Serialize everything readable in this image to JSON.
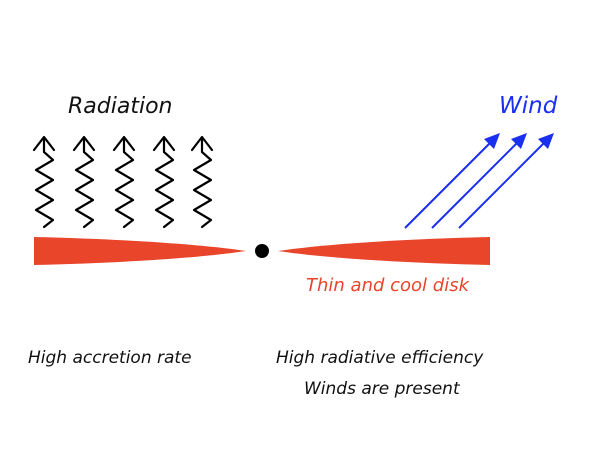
{
  "labels": {
    "radiation": "Radiation",
    "wind": "Wind",
    "disk": "Thin and cool disk",
    "accretion": "High accretion rate",
    "efficiency": "High radiative efficiency",
    "winds_present": "Winds are present"
  },
  "colors": {
    "disk": "#e8452a",
    "wind": "#1a2ff0",
    "radiation": "#000000",
    "black_hole": "#000000",
    "text": "#111111"
  }
}
